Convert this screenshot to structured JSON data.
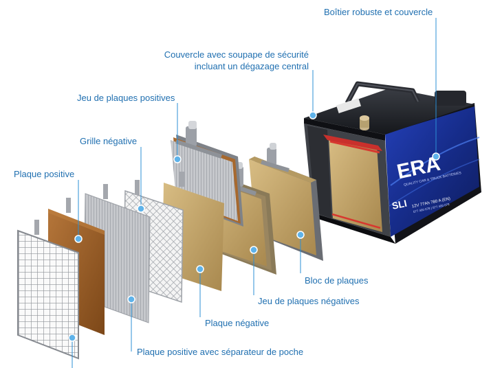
{
  "colors": {
    "label_text": "#1f6fb0",
    "leader_line": "#2b8fd6",
    "callout_dot": "#5fb3ea",
    "battery_case": "#1b1d22",
    "battery_label": "#1a2f8f",
    "plate_positive": "#9b5e26",
    "plate_negative": "#c4a56a",
    "grid_metal": "#b9bcc2"
  },
  "battery": {
    "brand": "ERA",
    "model_badge": "SLI",
    "small_print": "QUALITY CAR & TRUCK BATTERIES",
    "spec_line_1": "12V 77Ah 780 A (EN)",
    "spec_line_2": "577 400 078 | 577 400 078"
  },
  "labels": {
    "case_and_lid": "Boîtier robuste et couvercle",
    "lid_vent_line1": "Couvercle avec soupape de sécurité",
    "lid_vent_line2": "incluant un dégazage central",
    "positive_plate_set": "Jeu de plaques positives",
    "negative_grid": "Grille négative",
    "positive_plate": "Plaque positive",
    "plate_block": "Bloc de plaques",
    "negative_plate_set": "Jeu de plaques négatives",
    "negative_plate": "Plaque négative",
    "positive_plate_with_separator": "Plaque positive avec séparateur de poche"
  }
}
